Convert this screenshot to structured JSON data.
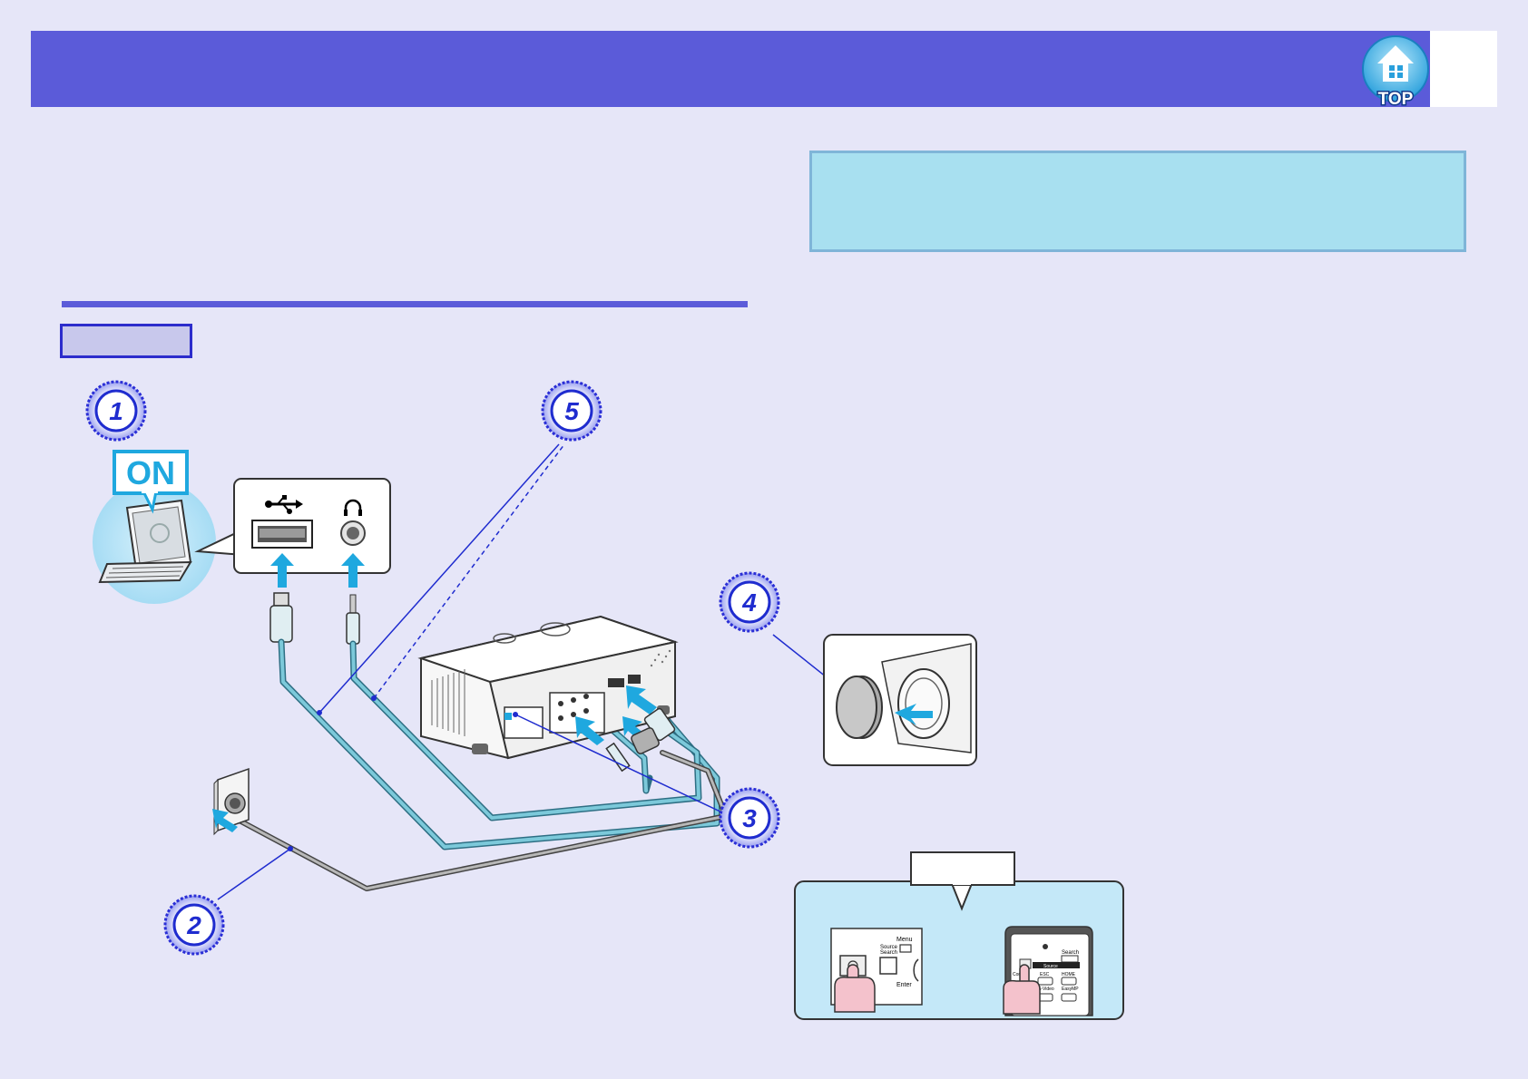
{
  "header": {
    "title": "",
    "page_number": "",
    "top_button_label": "TOP"
  },
  "note": {
    "text": ""
  },
  "section": {
    "procedure_tab": ""
  },
  "diagram": {
    "steps": [
      {
        "number": "1",
        "label": "ON"
      },
      {
        "number": "2"
      },
      {
        "number": "3"
      },
      {
        "number": "4"
      },
      {
        "number": "5"
      }
    ],
    "control_panel": {
      "menu_label": "Menu",
      "source_label_line1": "Source",
      "source_label_line2": "Search",
      "enter_label": "Enter"
    },
    "remote": {
      "search_label": "Search",
      "source_label": "Source",
      "btn_esc": "ESC",
      "btn_home": "HOME",
      "btn_svideo": "S-Video",
      "btn_easymp": "EasyMP",
      "btn_comp": "Comp"
    },
    "power_callout_label": ""
  },
  "colors": {
    "background": "#e6e6f8",
    "header": "#5b5bd9",
    "note_fill": "#a8e0f0",
    "accent_cyan": "#1fa8df",
    "step_circle": "#1f2ccf",
    "cable": "#5aa7b9"
  },
  "icons": [
    "top-home-icon",
    "usb-icon",
    "headphone-icon",
    "laptop-icon",
    "projector-icon",
    "power-outlet-icon",
    "lens-cap-icon",
    "hand-pointer-icon"
  ]
}
